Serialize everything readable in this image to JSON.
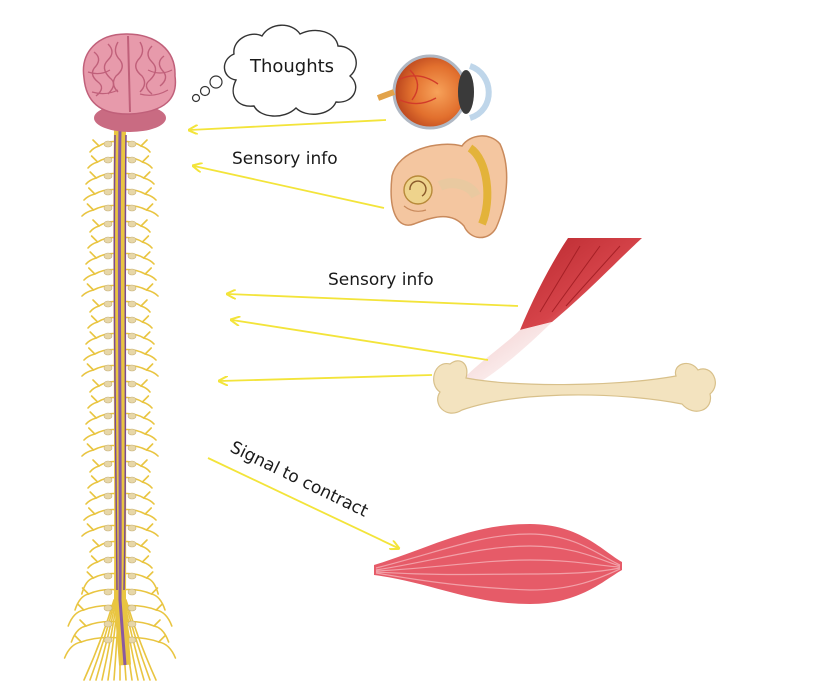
{
  "labels": {
    "thoughts": "Thoughts",
    "sensory_info_upper": "Sensory info",
    "sensory_info_lower": "Sensory info",
    "signal_to_contract": "Signal to contract"
  },
  "colors": {
    "arrow": "#f3e43a",
    "nerve_yellow": "#e9c541",
    "nerve_purple": "#8a5aa0",
    "brain": "#e79aab",
    "muscle": "#e05a66",
    "bone": "#f3e3bf"
  },
  "icons": [
    "brain-icon",
    "spinal-cord-icon",
    "thought-bubble-icon",
    "eye-icon",
    "ear-icon",
    "arm-muscle-icon",
    "tendon-icon",
    "bone-icon",
    "muscle-fiber-icon"
  ]
}
